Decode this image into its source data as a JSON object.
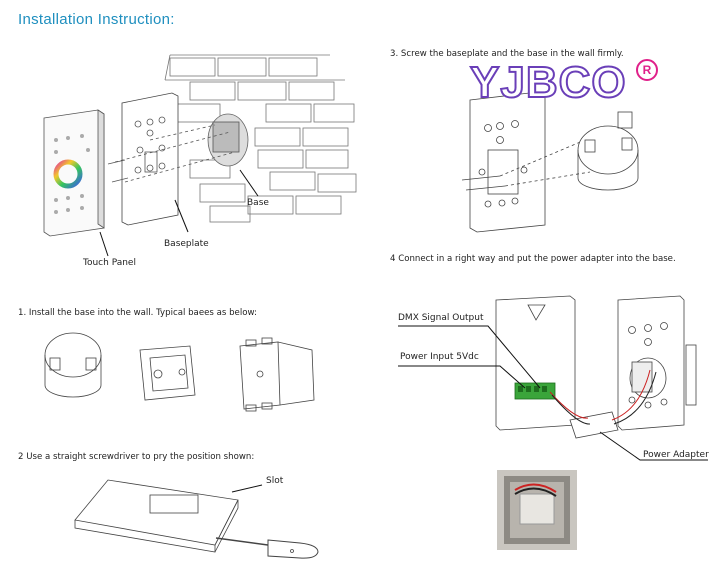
{
  "title": "Installation Instruction:",
  "labels": {
    "base": "Base",
    "baseplate": "Baseplate",
    "touch_panel": "Touch Panel",
    "slot": "Slot",
    "dmx_signal_output": "DMX Signal Output",
    "power_input": "Power Input 5Vdc",
    "power_adapter": "Power Adapter"
  },
  "steps": {
    "step1": "1. Install the base into the wall. Typical baees as below:",
    "step2": "2  Use a straight screwdriver to pry the position shown:",
    "step3": "3. Screw the baseplate and the base in the wall firmly.",
    "step4": "4  Connect in a right way and put the power adapter into the base."
  },
  "watermark": {
    "text": "YJBCO",
    "registered": "R"
  },
  "colors": {
    "title": "#1f8fbf",
    "watermark_stroke": "#6a3fb8",
    "terminal": "#3aa53a",
    "registered": "#e0208a"
  }
}
